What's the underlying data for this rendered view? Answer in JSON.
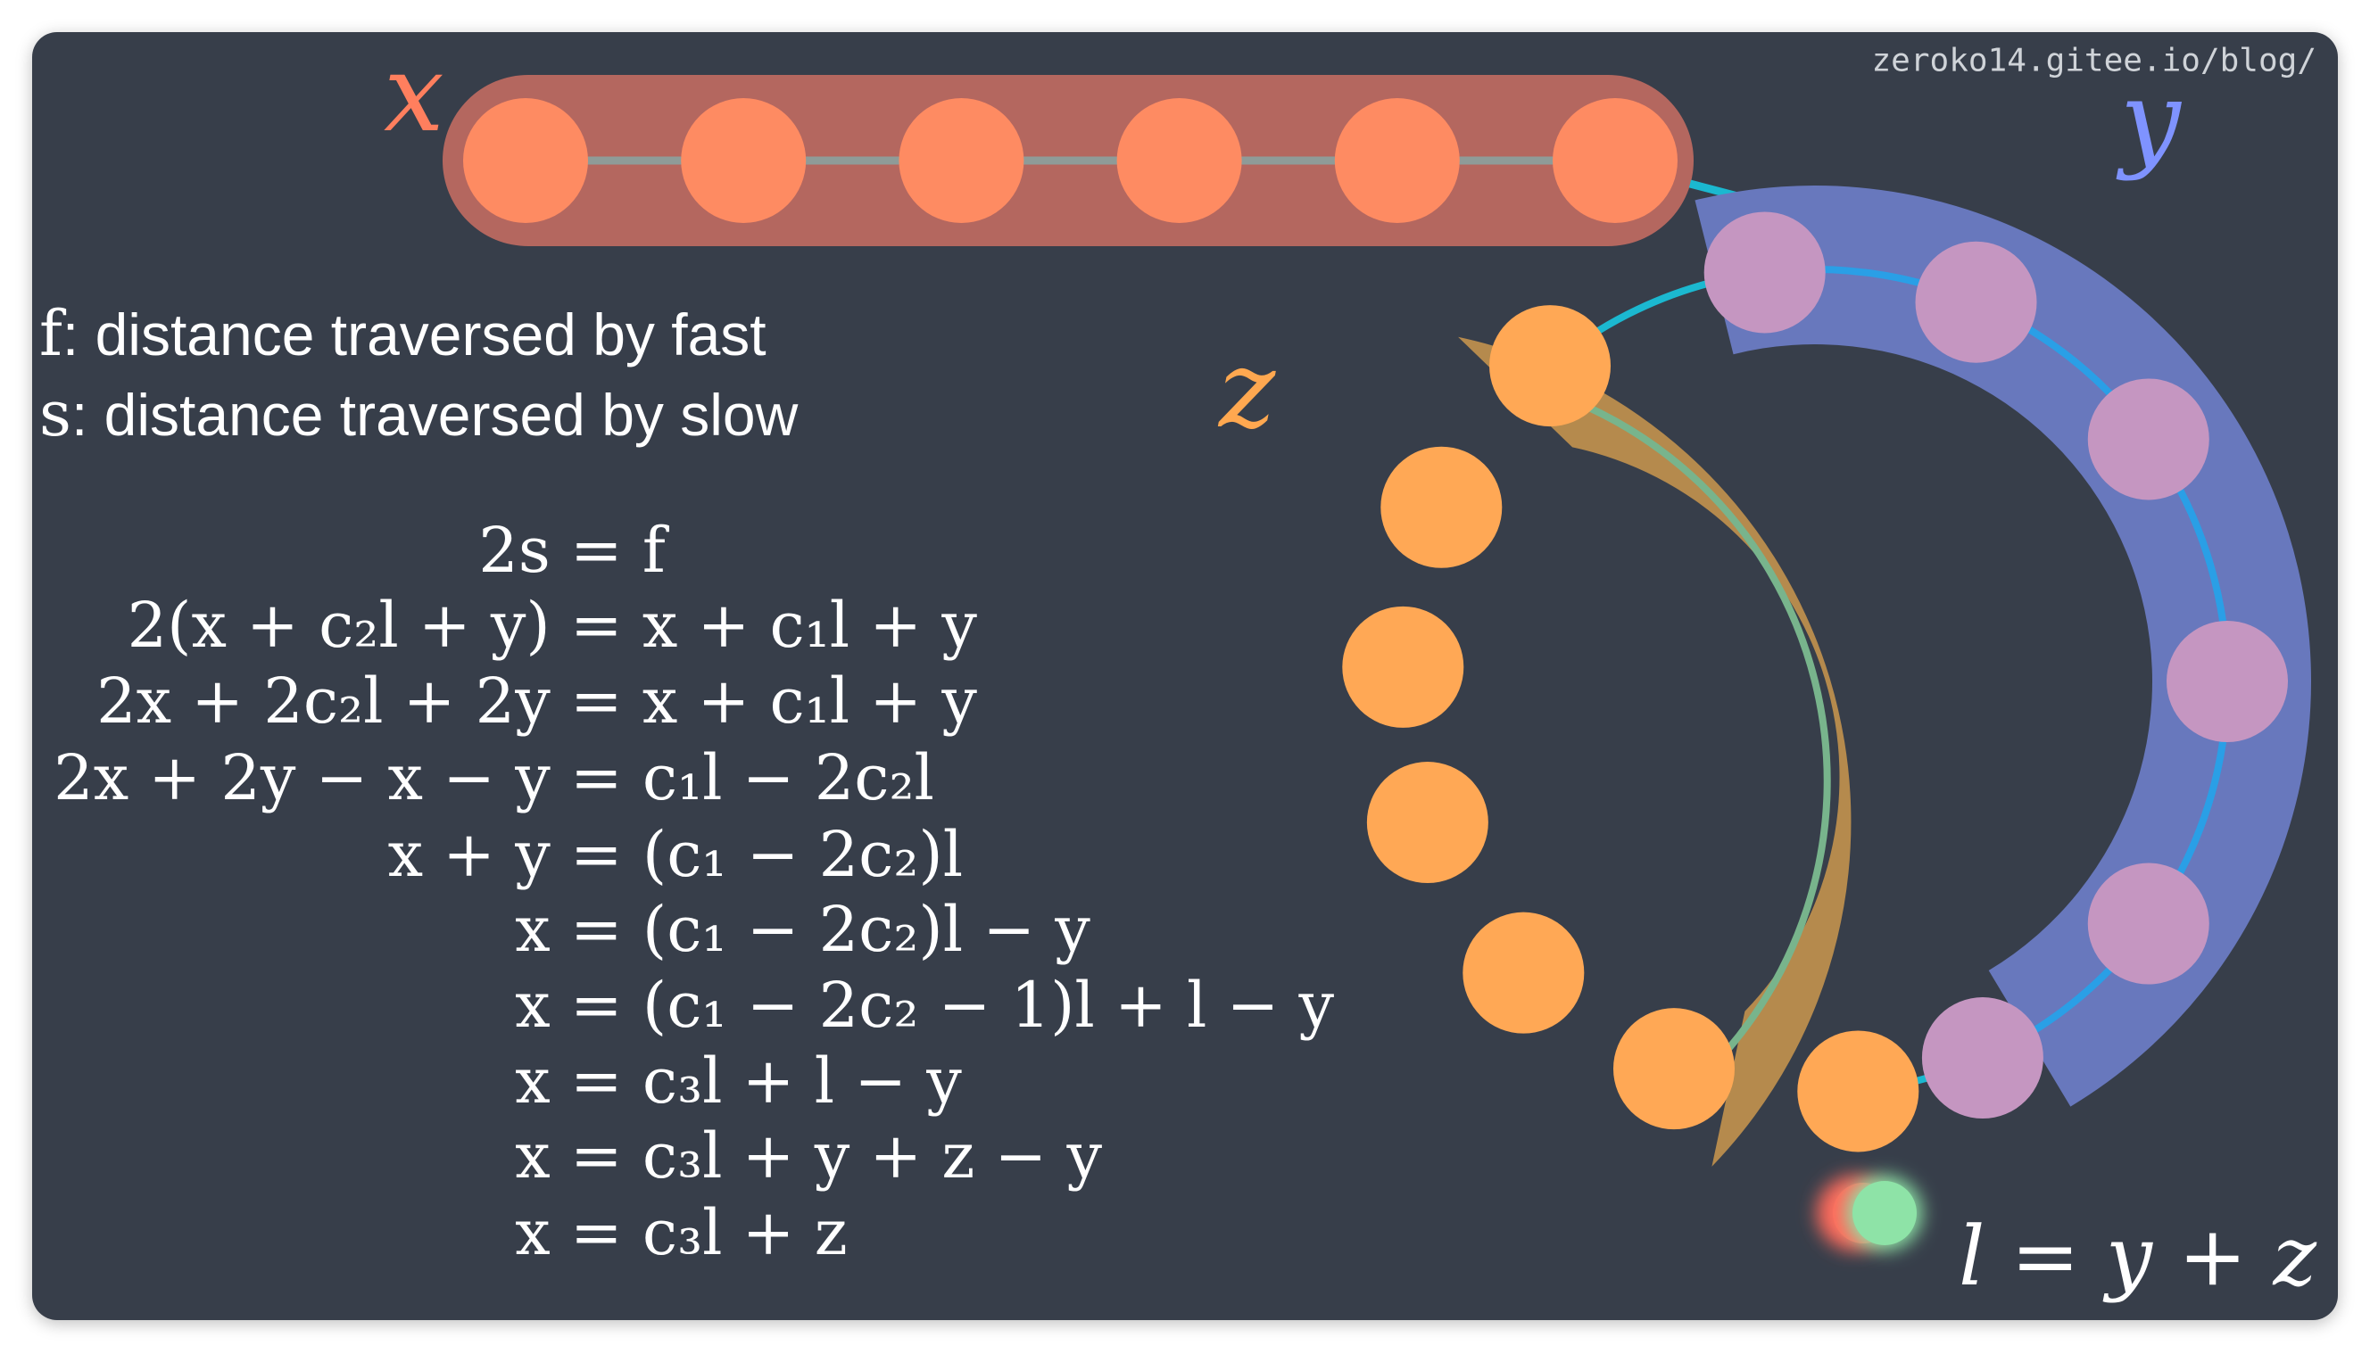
{
  "watermark": "zeroko14.gitee.io/blog/",
  "labels": {
    "x": "x",
    "y": "y",
    "z": "z"
  },
  "definitions": [
    {
      "symbol": "f",
      "text": ": distance traversed by fast"
    },
    {
      "symbol": "s",
      "text": ": distance traversed by slow"
    }
  ],
  "equations": [
    "2s = f",
    "2(x + c₂l + y) = x + c₁l + y",
    "2x + 2c₂l + 2y = x + c₁l + y",
    "2x + 2y − x − y = c₁l − 2c₂l",
    "x + y = (c₁ − 2c₂)l",
    "x = (c₁ − 2c₂)l − y",
    "x = (c₁ − 2c₂ − 1)l + l − y",
    "x = c₃l + l − y",
    "x = c₃l + y + z − y",
    "x = c₃l + z"
  ],
  "cycle_equation": "l = y + z",
  "colors": {
    "background": "#373e4a",
    "x_band": "#b4675f",
    "x_node": "#fe8b62",
    "x_label": "#ff7f5e",
    "y_band": "#6878bd",
    "y_node": "#c596c1",
    "y_label": "#7f93ff",
    "z_band": "#b58a4d",
    "z_node": "#ffa855",
    "z_label": "#ffa850",
    "link_cyan": "#1bb8d0",
    "link_blue": "#2a9fe6",
    "link_green": "#78b48c",
    "pointer_slow": "#8ee3a7",
    "pointer_fast": "#ff6b5b"
  },
  "node_counts": {
    "x": 6,
    "y": 6,
    "z": 7
  }
}
